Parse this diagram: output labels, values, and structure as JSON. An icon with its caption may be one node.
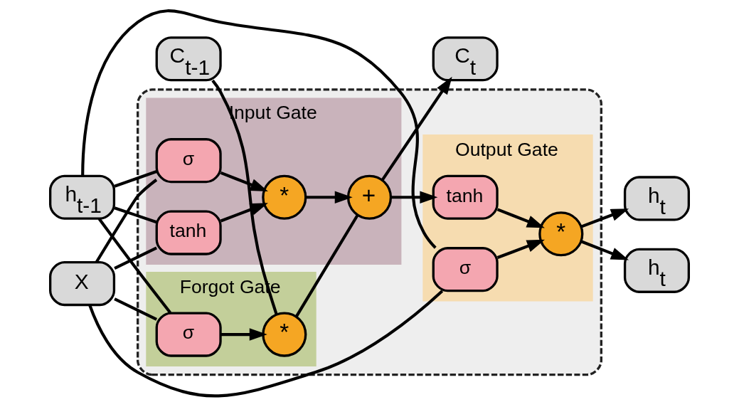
{
  "diagram": {
    "nodes": [
      {
        "text": [
          "C$_{t-1}$"
        ]
      },
      {
        "text": [
          "h$_{t-1}$"
        ]
      },
      {
        "text": [
          "X"
        ]
      },
      {
        "text": [],
        "shape": "box"
      },
      {
        "text": [
          "Forgot Gate"
        ],
        "in": 3
      },
      {
        "text": [
          "Input Gate"
        ],
        "in": 3
      },
      {
        "text": [
          "Output Gate"
        ],
        "in": 3
      },
      {
        "text": [
          "*"
        ],
        "in": 4
      },
      {
        "text": [
          "σ"
        ],
        "in": 4
      },
      {
        "text": [
          "+"
        ],
        "in": 5
      },
      {
        "text": [
          "*"
        ],
        "in": 5
      },
      {
        "text": [
          "σ"
        ],
        "in": 5
      },
      {
        "text": [
          "tanh"
        ],
        "in": 5
      },
      {
        "text": [
          "tanh"
        ],
        "in": 6
      },
      {
        "text": [
          "*"
        ],
        "in": 6
      },
      {
        "text": [
          "σ"
        ],
        "in": 6
      },
      {
        "text": [
          "h$_{t}$"
        ]
      },
      {
        "text": [
          "C$_{t}$"
        ]
      },
      {
        "text": [
          "h$_{t}$"
        ]
      }
    ],
    "edges": [
      {
        "from": 0,
        "to": 7,
        "arrow": "none"
      },
      {
        "from": 7,
        "to": 9,
        "arrow": "none"
      },
      {
        "from": 9,
        "to": 17,
        "arrow": "to"
      },
      {
        "from": 9,
        "to": 13,
        "arrow": "to"
      },
      {
        "from": 13,
        "to": 14,
        "arrow": "to"
      },
      {
        "from": 14,
        "to": 18,
        "arrow": "to"
      },
      {
        "from": 14,
        "to": 16,
        "arrow": "to"
      },
      {
        "from": 1,
        "to": 8,
        "arrow": "none"
      },
      {
        "from": 1,
        "to": 11,
        "arrow": "none"
      },
      {
        "from": 1,
        "to": 12,
        "arrow": "none"
      },
      {
        "from": 1,
        "to": 15,
        "arrow": "none"
      },
      {
        "from": 2,
        "to": 8,
        "arrow": "none"
      },
      {
        "from": 2,
        "to": 11,
        "arrow": "none"
      },
      {
        "from": 2,
        "to": 12,
        "arrow": "none"
      },
      {
        "from": 2,
        "to": 15,
        "arrow": "none"
      },
      {
        "from": 8,
        "to": 7,
        "arrow": "to"
      },
      {
        "from": 11,
        "to": 10,
        "arrow": "to"
      },
      {
        "from": 12,
        "to": 10,
        "arrow": "to"
      },
      {
        "from": 10,
        "to": 9,
        "arrow": "to"
      },
      {
        "from": 15,
        "to": 14,
        "arrow": "to"
      }
    ]
  }
}
